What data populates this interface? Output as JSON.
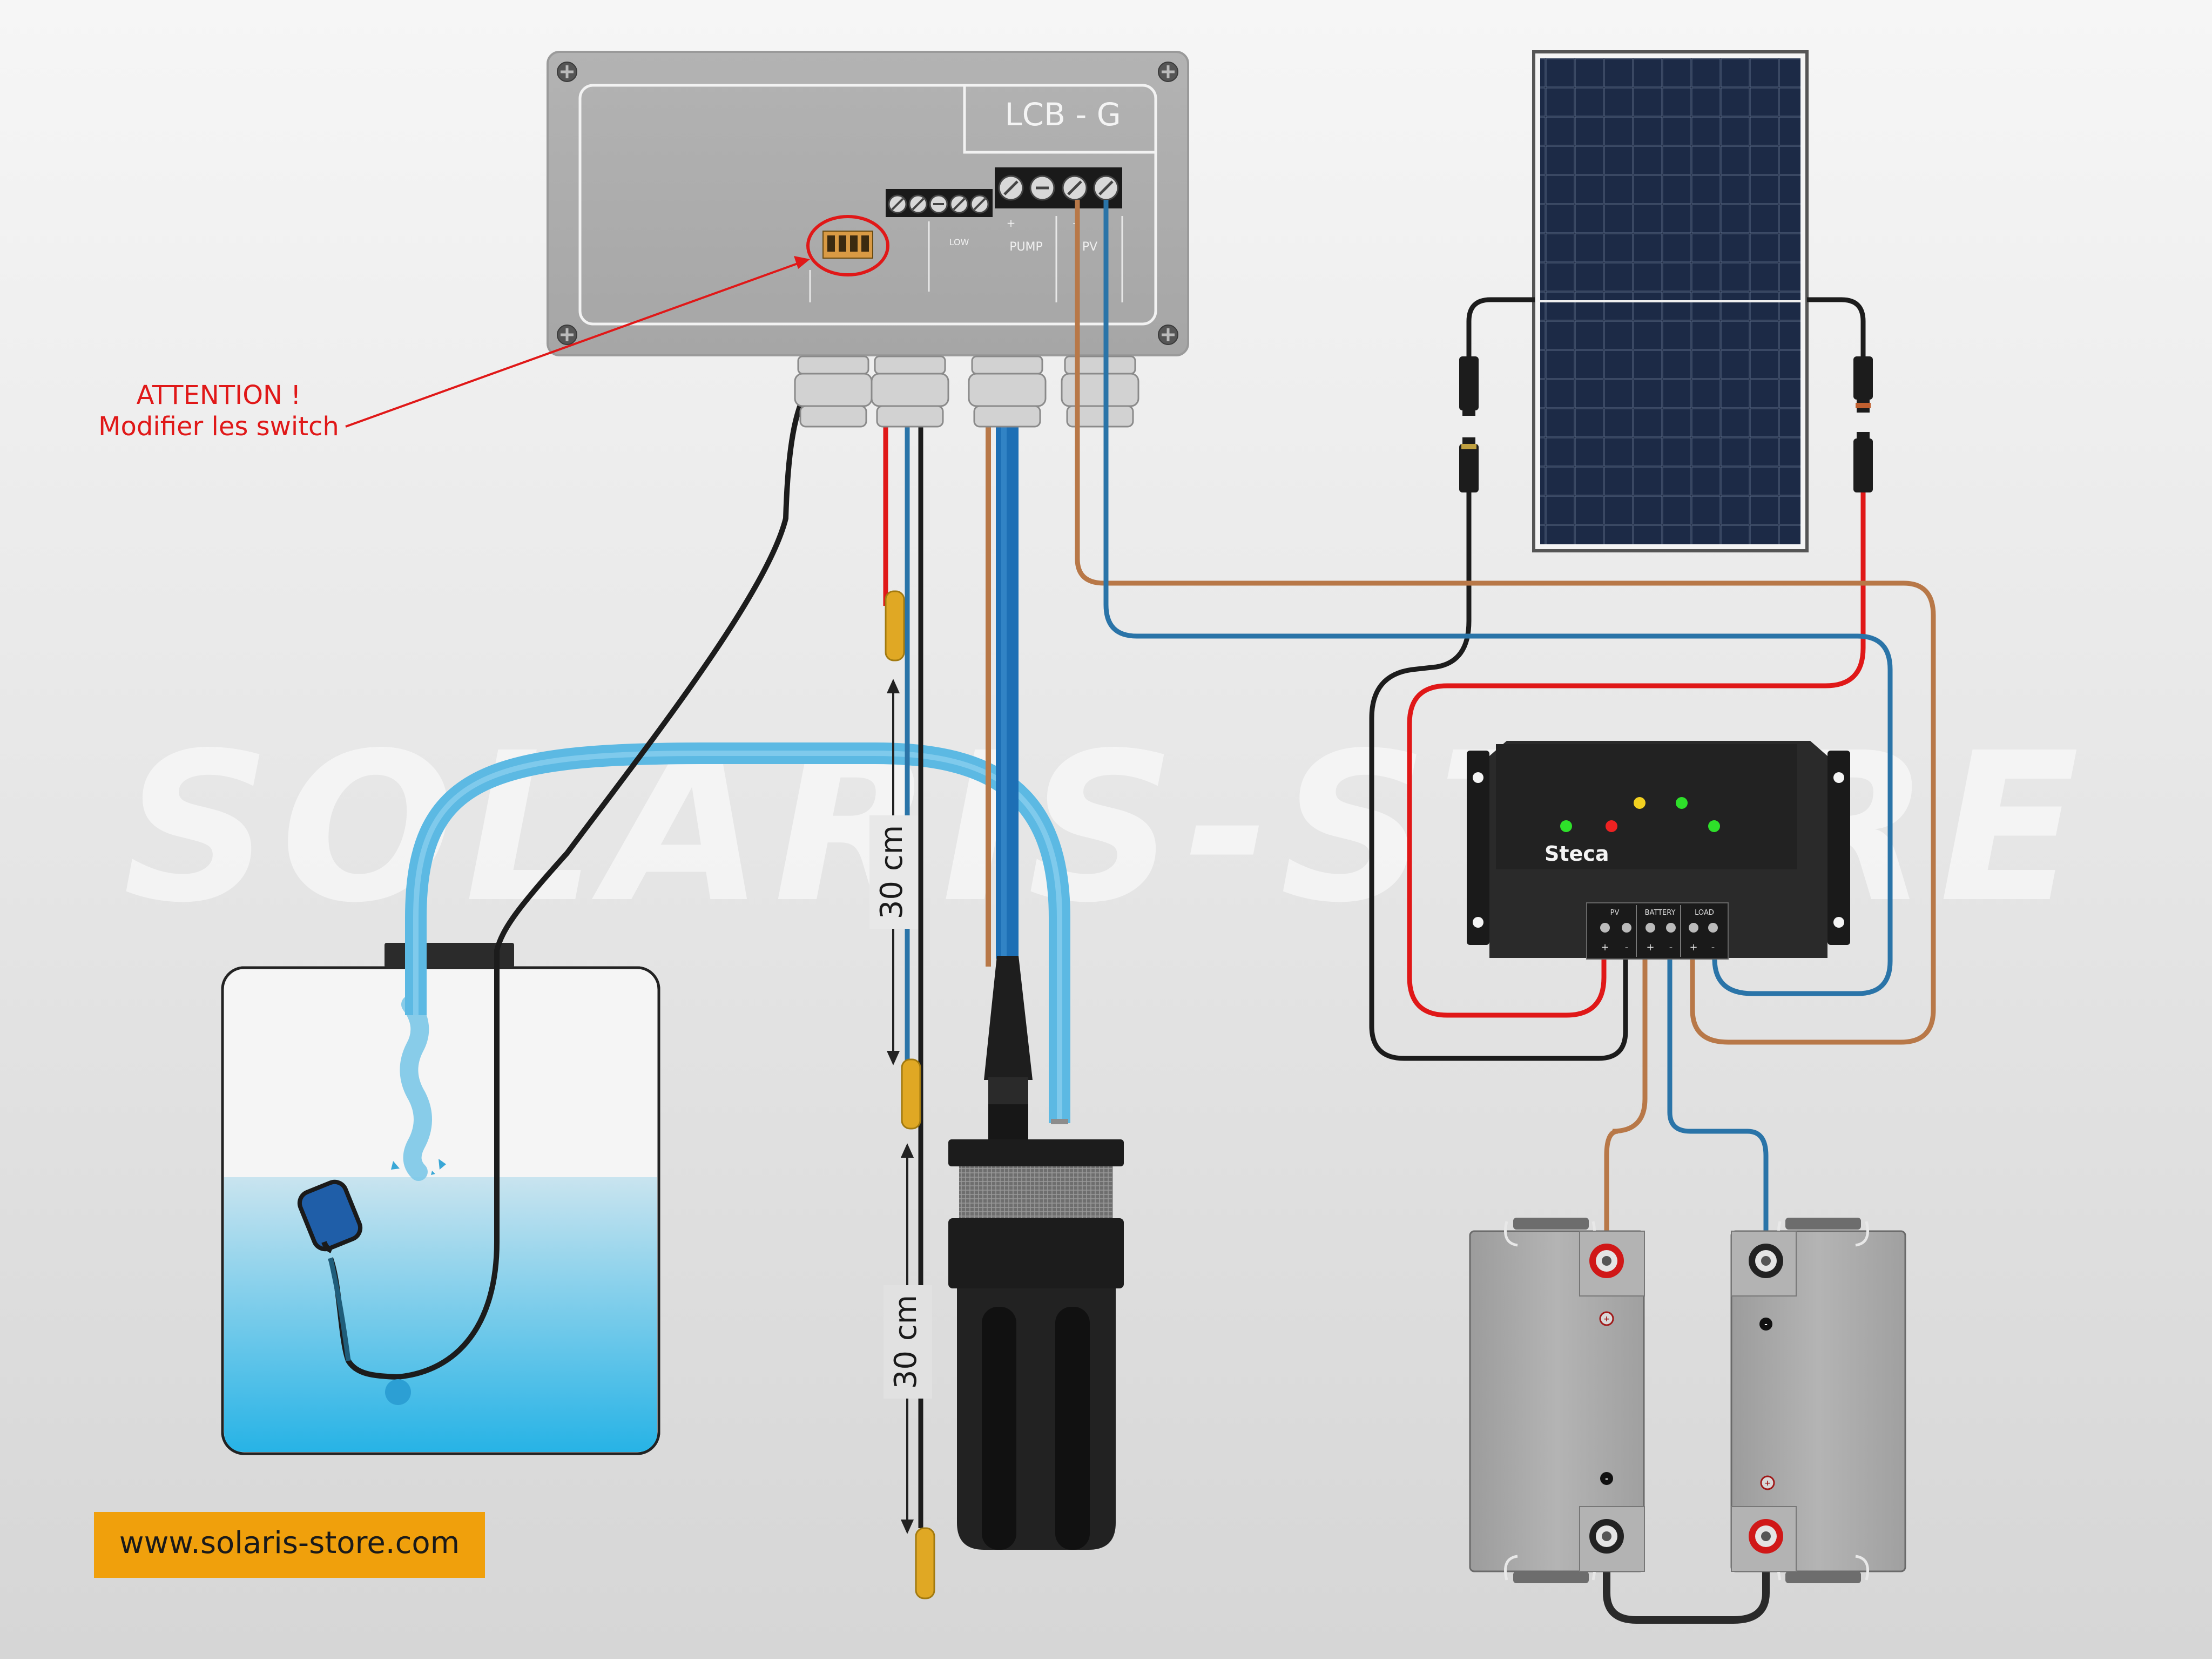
{
  "controller": {
    "model": "LCB - G",
    "terminals": {
      "pump": "PUMP",
      "pv": "PV",
      "low": "LOW",
      "plus": "+",
      "minus": "-"
    }
  },
  "warning": {
    "line1": "ATTENTION !",
    "line2": "Modifier les switch"
  },
  "dimensions": {
    "upper": "30 cm",
    "lower": "30 cm"
  },
  "charge_controller": {
    "brand": "Steca",
    "labels": {
      "pv": "PV",
      "battery": "BATTERY",
      "load": "LOAD",
      "plus": "+",
      "minus": "-"
    }
  },
  "battery": {
    "plus": "+",
    "minus": "-"
  },
  "watermark": "SOLARIS-STORE",
  "website": "www.solaris-store.com",
  "colors": {
    "brown": "#b87848",
    "blue": "#2a74a8",
    "red": "#e0201c",
    "black": "#2a2a2a",
    "water": "#2fb6e6",
    "hose": "#5bbbe4",
    "label_bg": "#f0a00c",
    "warning": "#e01818"
  }
}
